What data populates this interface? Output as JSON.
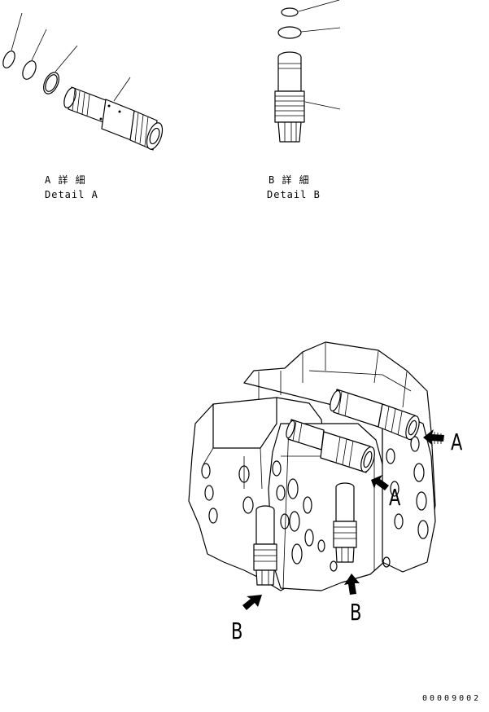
{
  "detail_a": {
    "jp": "A 詳 細",
    "en": "Detail A"
  },
  "detail_b": {
    "jp": "B 詳 細",
    "en": "Detail B"
  },
  "callouts": {
    "a_upper": "A",
    "a_lower": "A",
    "b_left": "B",
    "b_right": "B"
  },
  "drawing_code": "00009002"
}
